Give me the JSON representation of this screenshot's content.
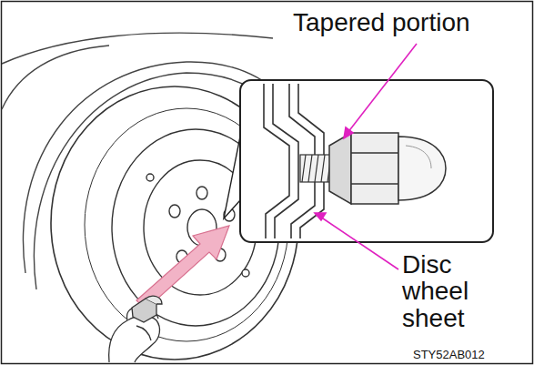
{
  "diagram": {
    "labels": [
      "Tapered portion",
      "Disc wheel sheet",
      "STY52AB012"
    ]
  }
}
